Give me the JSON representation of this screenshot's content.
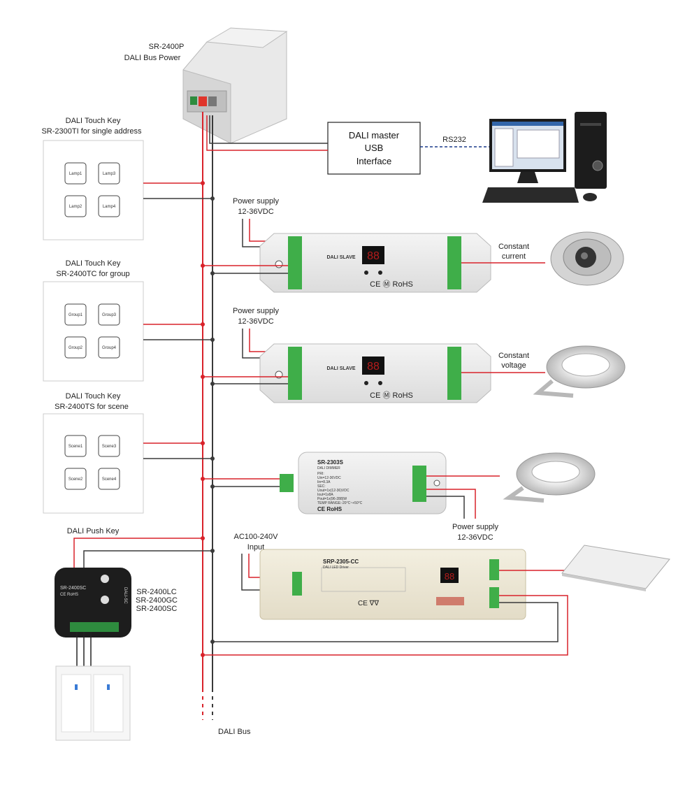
{
  "bus_power": {
    "model": "SR-2400P",
    "name": "DALI Bus Power"
  },
  "master": {
    "line1": "DALI master",
    "line2": "USB",
    "line3": "Interface",
    "link": "RS232"
  },
  "touch_single": {
    "title": "DALI Touch Key",
    "model": "SR-2300TI for single address",
    "buttons": [
      "Lamp1",
      "Lamp3",
      "Lamp2",
      "Lamp4"
    ]
  },
  "touch_group": {
    "title": "DALI Touch Key",
    "model": "SR-2400TC for group",
    "buttons": [
      "Group1",
      "Group3",
      "Group2",
      "Group4"
    ]
  },
  "touch_scene": {
    "title": "DALI Touch Key",
    "model": "SR-2400TS for scene",
    "buttons": [
      "Scene1",
      "Scene3",
      "Scene2",
      "Scene4"
    ]
  },
  "slave1": {
    "supply_line1": "Power supply",
    "supply_line2": "12-36VDC",
    "label": "DALI SLAVE",
    "marks": "CE Ⓜ RoHS",
    "output_line1": "Constant",
    "output_line2": "current"
  },
  "slave2": {
    "supply_line1": "Power supply",
    "supply_line2": "12-36VDC",
    "label": "DALI SLAVE",
    "marks": "CE Ⓜ RoHS",
    "output_line1": "Constant",
    "output_line2": "voltage"
  },
  "dimmer": {
    "model": "SR-2303S",
    "name": "DALI DIMMER",
    "pri": "PRI:",
    "spec1": "Uin=12-36VDC",
    "spec2": "Iin=8.3A",
    "sec": "SEC:",
    "spec3": "Uout=1x(12-36)VDC",
    "spec4": "Iout=1x8A",
    "spec5": "Pout=1x(96-288)W",
    "spec6": "TEMP RANGE:-20°C~+50°C",
    "marks": "CE RoHS",
    "supply_line1": "Power supply",
    "supply_line2": "12-36VDC"
  },
  "push_key": {
    "title": "DALI Push Key",
    "device_model": "SR-2400SC",
    "device_marks": "CE RoHS",
    "side_label": "DALI-SC",
    "model1": "SR-2400LC",
    "model2": "SR-2400GC",
    "model3": "SR-2400SC"
  },
  "ac_driver": {
    "input_line1": "AC100-240V",
    "input_line2": "Input",
    "model": "SRP-2305-CC",
    "name": "DALI LED Driver",
    "marks": "CE ∇∇"
  },
  "bus_label": "DALI Bus",
  "colors": {
    "bus_red": "#d9222a",
    "bus_dark": "#3a3a3a",
    "rs232": "#1a3a8a"
  },
  "icons": [
    "monitor-icon",
    "keyboard-icon",
    "mouse-icon",
    "pc-tower-icon",
    "downlight-icon",
    "led-strip-icon",
    "panel-light-icon",
    "wall-switch-icon"
  ]
}
